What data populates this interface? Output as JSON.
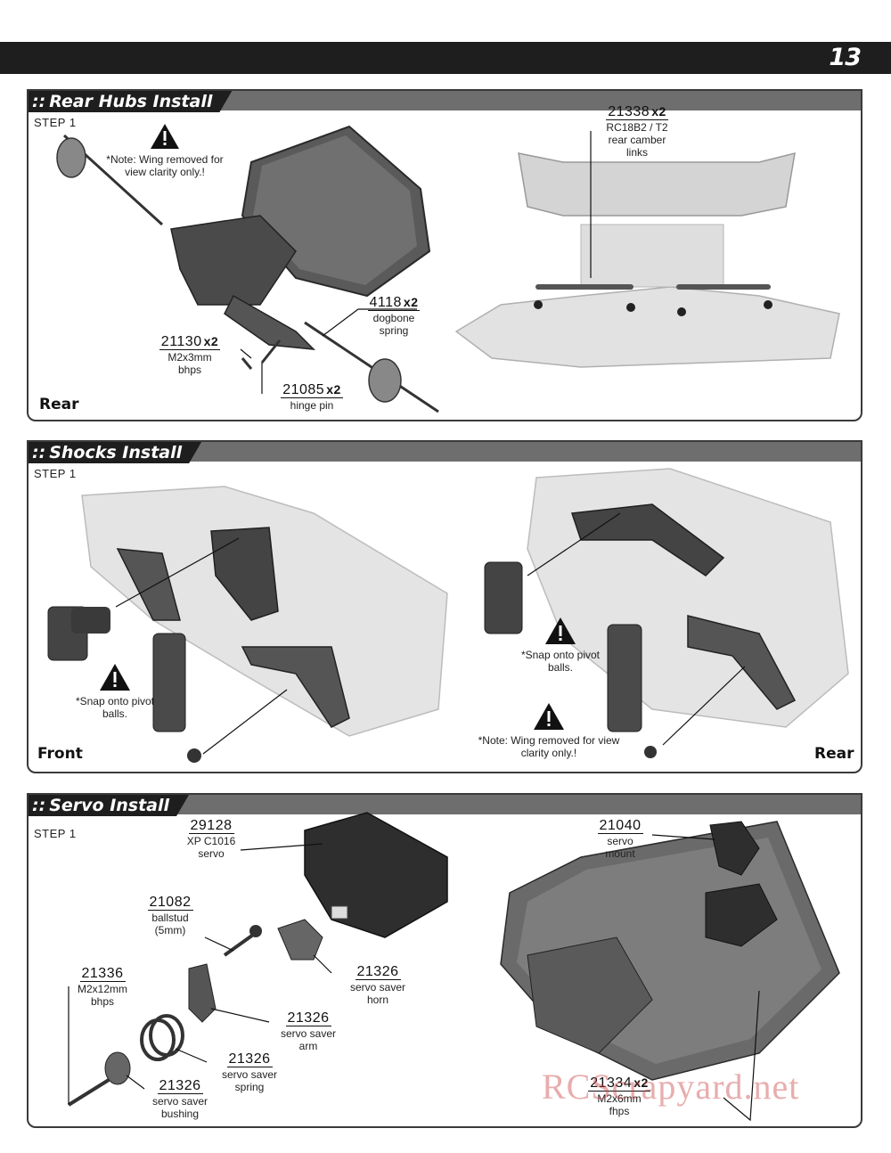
{
  "page": {
    "number": "13"
  },
  "sections": {
    "rear_hubs": {
      "title": "Rear Hubs Install",
      "step": "STEP 1",
      "warning": "*Note: Wing removed for view clarity only.!",
      "direction": "Rear",
      "parts": [
        {
          "number": "21338",
          "qty": "x2",
          "desc": "RC18B2 / T2 rear camber links"
        },
        {
          "number": "4118",
          "qty": "x2",
          "desc": "dogbone spring"
        },
        {
          "number": "21130",
          "qty": "x2",
          "desc": "M2x3mm bhps"
        },
        {
          "number": "21085",
          "qty": "x2",
          "desc": "hinge pin"
        }
      ]
    },
    "shocks": {
      "title": "Shocks Install",
      "step": "STEP 1",
      "warning_left": "*Snap onto pivot balls.",
      "warning_right_snap": "*Snap onto pivot balls.",
      "warning_right_wing": "*Note: Wing removed for view clarity only.!",
      "direction_left": "Front",
      "direction_right": "Rear"
    },
    "servo": {
      "title": "Servo Install",
      "step": "STEP 1",
      "parts": [
        {
          "number": "29128",
          "qty": "",
          "desc": "XP C1016 servo"
        },
        {
          "number": "21082",
          "qty": "",
          "desc": "ballstud (5mm)"
        },
        {
          "number": "21326",
          "qty": "",
          "desc": "servo saver horn"
        },
        {
          "number": "21336",
          "qty": "",
          "desc": "M2x12mm bhps"
        },
        {
          "number": "21326",
          "qty": "",
          "desc": "servo saver arm"
        },
        {
          "number": "21326",
          "qty": "",
          "desc": "servo saver spring"
        },
        {
          "number": "21326",
          "qty": "",
          "desc": "servo saver bushing"
        },
        {
          "number": "21040",
          "qty": "",
          "desc": "servo mount"
        },
        {
          "number": "21334",
          "qty": "x2",
          "desc": "M2x6mm fhps"
        }
      ]
    }
  },
  "watermark": "RCScrapyard.net",
  "colors": {
    "bar": "#1e1e1e",
    "header_strip": "#6e6e6e",
    "part_dark": "#3c3c3c",
    "part_light": "#bdbdbd",
    "watermark": "#c83c3c"
  }
}
